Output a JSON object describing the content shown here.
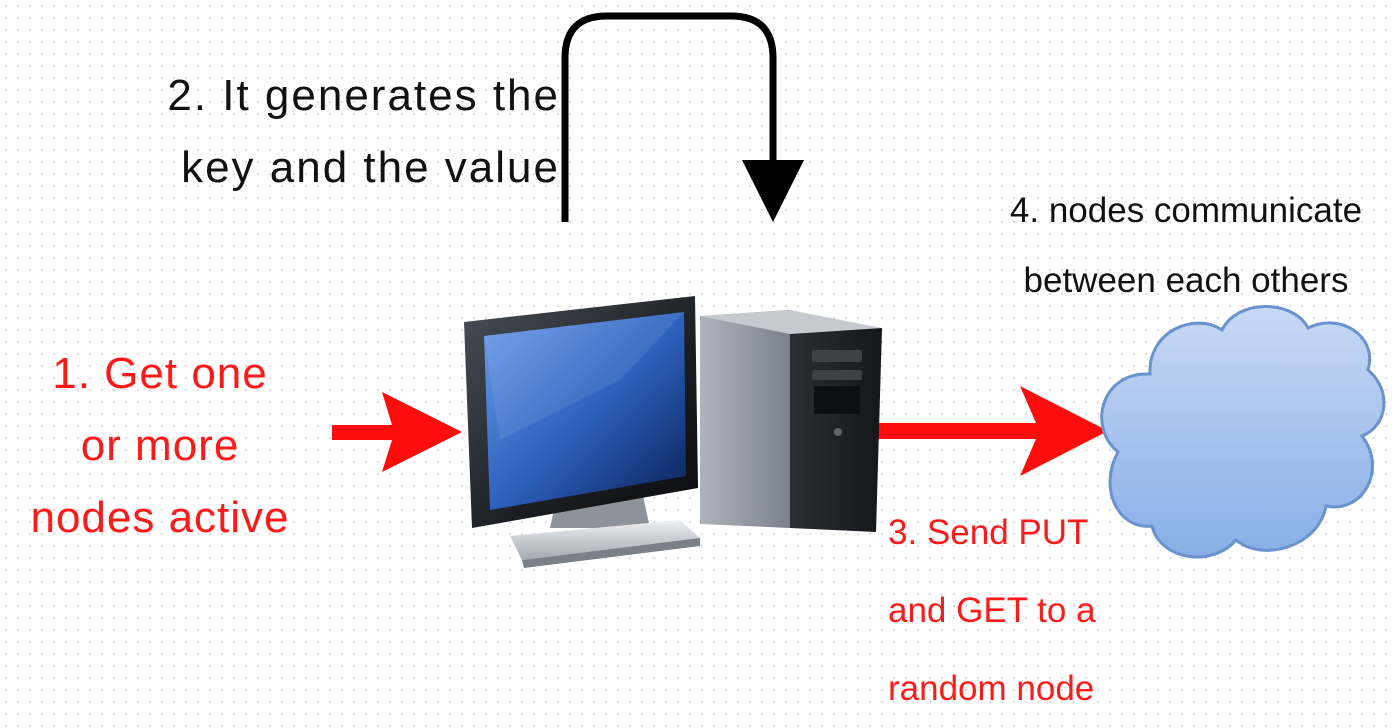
{
  "steps": {
    "step1": {
      "lines": [
        "1. Get one",
        "or more",
        "nodes active"
      ]
    },
    "step2": {
      "lines": [
        "2. It generates the",
        "key and the value"
      ]
    },
    "step3": {
      "lines": [
        "3. Send PUT",
        "and GET to a",
        "random node"
      ]
    },
    "step4": {
      "lines": [
        "4. nodes communicate",
        "between each others"
      ]
    }
  },
  "icons": {
    "computer": "desktop-computer-icon",
    "cloud": "cloud-network-icon"
  },
  "colors": {
    "step_red": "#ff1a1a",
    "arrow_red": "#ff0d0d",
    "text_black": "#111111",
    "loop_black": "#000000",
    "cloud_fill_top": "#c8d9f4",
    "cloud_fill_bottom": "#88aee8",
    "cloud_stroke": "#6a92cf",
    "screen_blue": "#2e63bf"
  }
}
